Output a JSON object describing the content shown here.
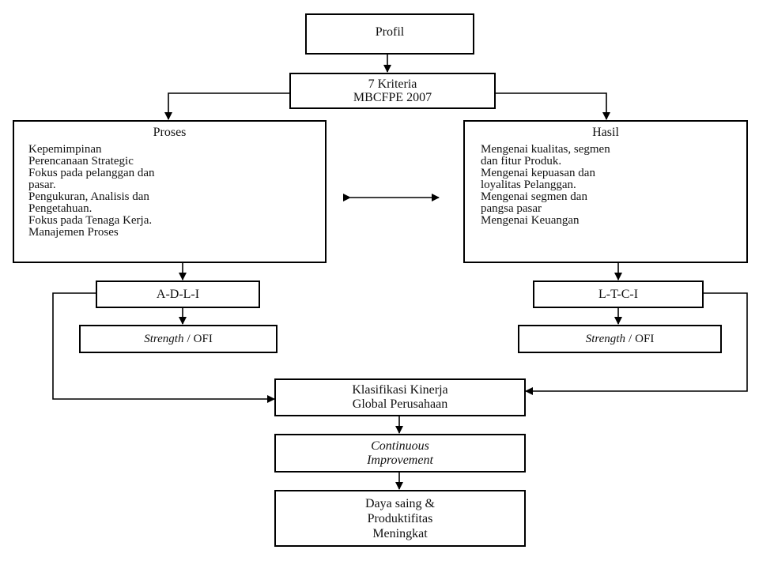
{
  "diagram": {
    "profil": "Profil",
    "kriteria": [
      "7 Kriteria",
      "MBCFPE 2007"
    ],
    "proses": {
      "title": "Proses",
      "items": [
        "Kepemimpinan",
        "Perencanaan Strategic",
        "Fokus pada pelanggan dan",
        "pasar.",
        "Pengukuran, Analisis dan",
        "Pengetahuan.",
        "Fokus pada Tenaga Kerja.",
        "Manajemen Proses"
      ]
    },
    "hasil": {
      "title": "Hasil",
      "items": [
        "Mengenai kualitas, segmen",
        "dan fitur Produk.",
        "Mengenai kepuasan dan",
        "loyalitas Pelanggan.",
        "Mengenai segmen  dan",
        "pangsa pasar",
        "Mengenai Keuangan"
      ]
    },
    "adli": "A-D-L-I",
    "ltci": "L-T-C-I",
    "strength_left": {
      "italic": "Strength",
      "sep": "/",
      "rest": "OFI"
    },
    "strength_right": {
      "italic": "Strength",
      "sep": "/",
      "rest": "OFI"
    },
    "klasifikasi": [
      "Klasifikasi Kinerja",
      "Global Perusahaan"
    ],
    "continuous": [
      "Continuous",
      "Improvement"
    ],
    "daya_saing": [
      "Daya saing &",
      "Produktifitas",
      "Meningkat"
    ]
  }
}
